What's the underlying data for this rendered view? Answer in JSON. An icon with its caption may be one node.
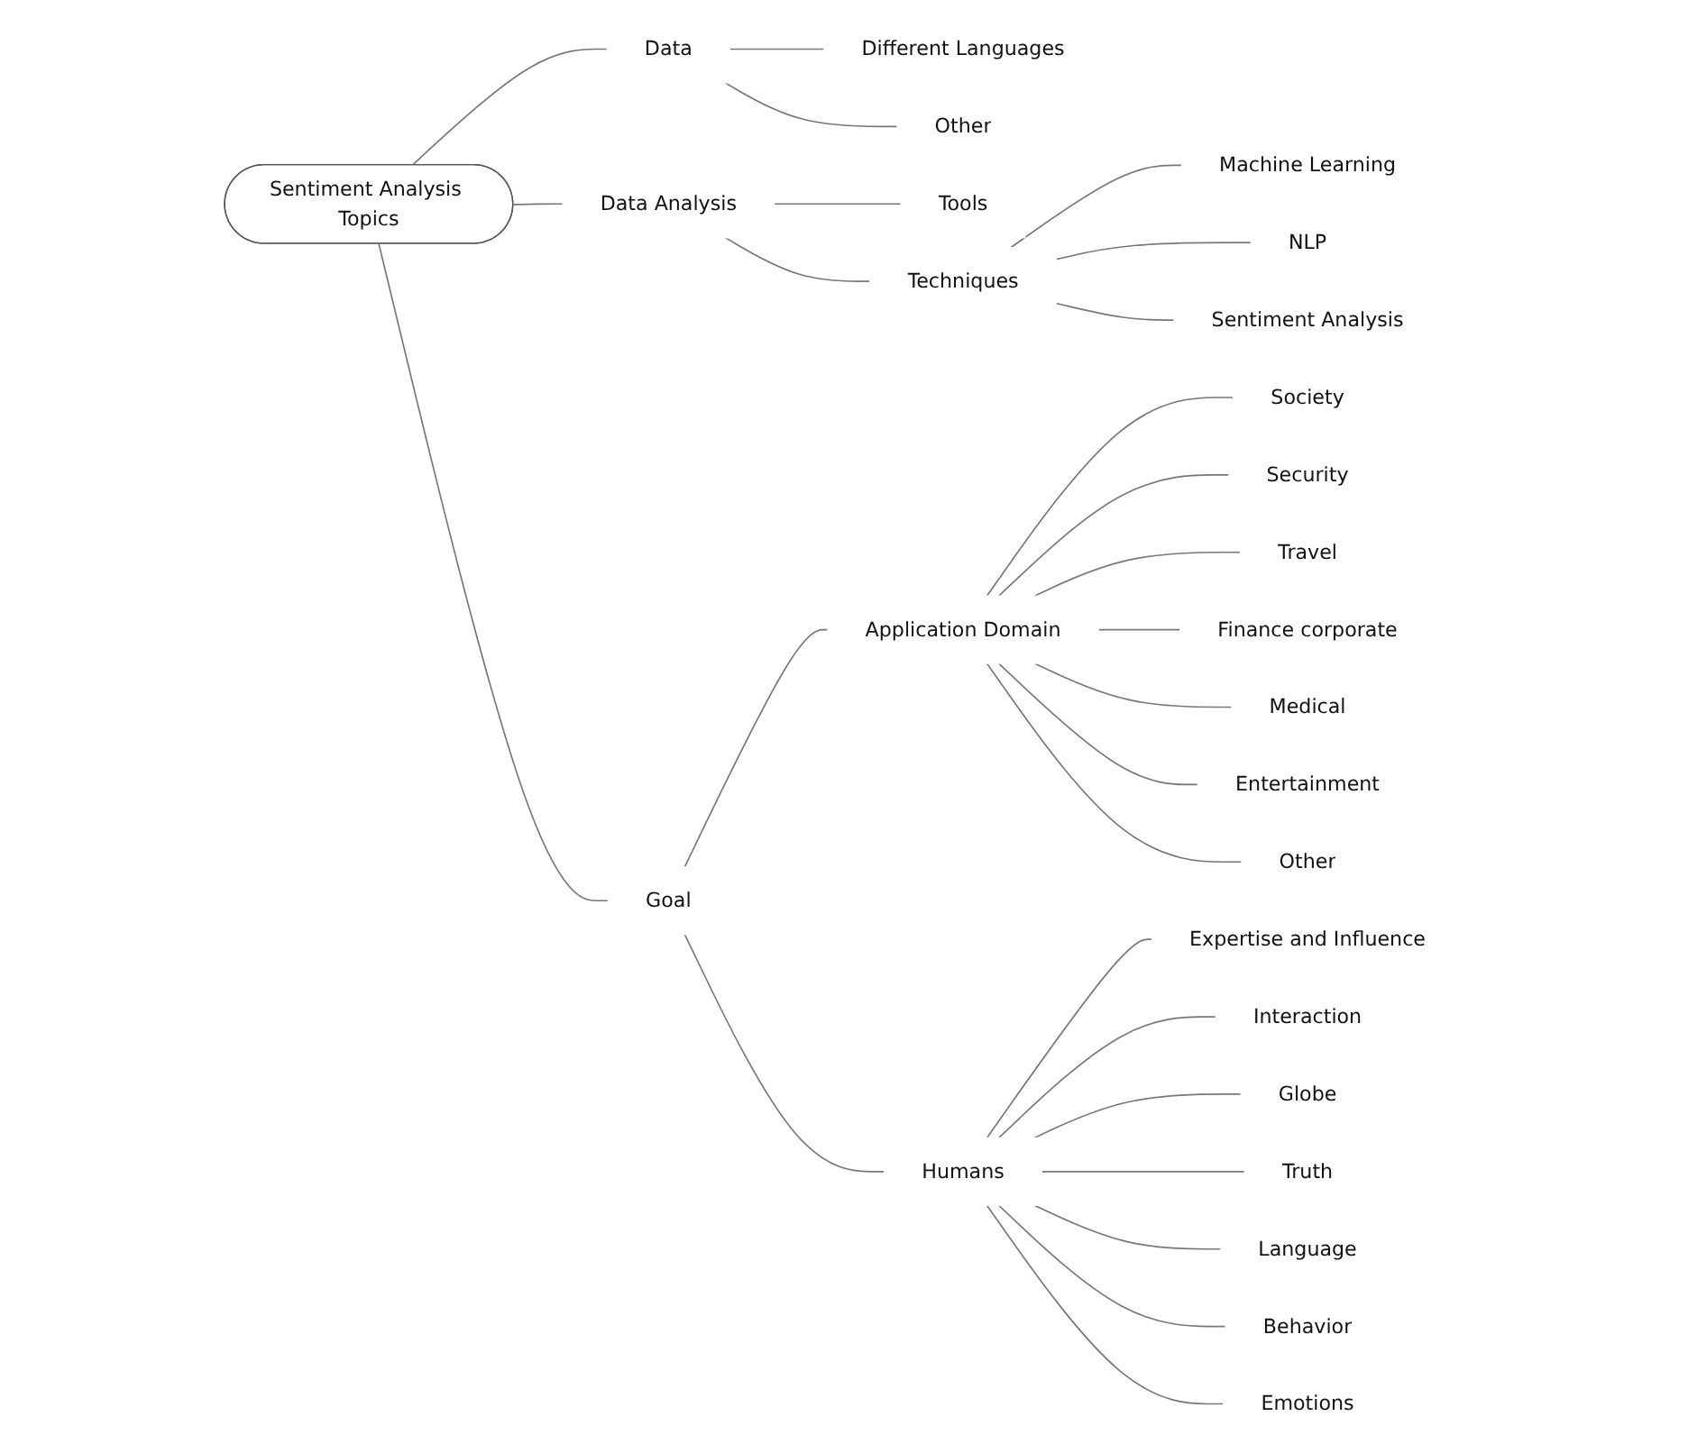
{
  "diagram": {
    "nodes": [
      {
        "text": [
          "Sentiment Analysis Topics"
        ]
      },
      {
        "text": [
          "Data"
        ]
      },
      {
        "text": [
          "Different Languages"
        ]
      },
      {
        "text": [
          "Other"
        ]
      },
      {
        "text": [
          "Data Analysis"
        ]
      },
      {
        "text": [
          "Tools"
        ]
      },
      {
        "text": [
          "Techniques"
        ]
      },
      {
        "text": [
          "Machine Learning"
        ]
      },
      {
        "text": [
          "NLP"
        ]
      },
      {
        "text": [
          "Sentiment Analysis"
        ]
      },
      {
        "text": [
          "Goal"
        ]
      },
      {
        "text": [
          "Application Domain"
        ]
      },
      {
        "text": [
          "Society"
        ]
      },
      {
        "text": [
          "Security"
        ]
      },
      {
        "text": [
          "Travel"
        ]
      },
      {
        "text": [
          "Finance corporate"
        ]
      },
      {
        "text": [
          "Medical"
        ]
      },
      {
        "text": [
          "Entertainment"
        ]
      },
      {
        "text": [
          "Other"
        ]
      },
      {
        "text": [
          "Humans"
        ]
      },
      {
        "text": [
          "Expertise and Influence"
        ]
      },
      {
        "text": [
          "Interaction"
        ]
      },
      {
        "text": [
          "Globe"
        ]
      },
      {
        "text": [
          "Truth"
        ]
      },
      {
        "text": [
          "Language"
        ]
      },
      {
        "text": [
          "Behavior"
        ]
      },
      {
        "text": [
          "Emotions"
        ]
      }
    ],
    "edges": [
      {
        "from": 0,
        "to": 1,
        "arrow": "none"
      },
      {
        "from": 1,
        "to": 2,
        "arrow": "none"
      },
      {
        "from": 1,
        "to": 3,
        "arrow": "none"
      },
      {
        "from": 0,
        "to": 4,
        "arrow": "none"
      },
      {
        "from": 4,
        "to": 5,
        "arrow": "none"
      },
      {
        "from": 4,
        "to": 6,
        "arrow": "none"
      },
      {
        "from": 6,
        "to": 7,
        "arrow": "none"
      },
      {
        "from": 6,
        "to": 8,
        "arrow": "none"
      },
      {
        "from": 6,
        "to": 9,
        "arrow": "none"
      },
      {
        "from": 0,
        "to": 10,
        "arrow": "none"
      },
      {
        "from": 10,
        "to": 11,
        "arrow": "none"
      },
      {
        "from": 11,
        "to": 12,
        "arrow": "none"
      },
      {
        "from": 11,
        "to": 13,
        "arrow": "none"
      },
      {
        "from": 11,
        "to": 14,
        "arrow": "none"
      },
      {
        "from": 11,
        "to": 15,
        "arrow": "none"
      },
      {
        "from": 11,
        "to": 16,
        "arrow": "none"
      },
      {
        "from": 11,
        "to": 17,
        "arrow": "none"
      },
      {
        "from": 11,
        "to": 18,
        "arrow": "none"
      },
      {
        "from": 10,
        "to": 19,
        "arrow": "none"
      },
      {
        "from": 19,
        "to": 20,
        "arrow": "none"
      },
      {
        "from": 19,
        "to": 21,
        "arrow": "none"
      },
      {
        "from": 19,
        "to": 22,
        "arrow": "none"
      },
      {
        "from": 19,
        "to": 23,
        "arrow": "none"
      },
      {
        "from": 19,
        "to": 24,
        "arrow": "none"
      },
      {
        "from": 19,
        "to": 25,
        "arrow": "none"
      },
      {
        "from": 19,
        "to": 26,
        "arrow": "none"
      }
    ]
  }
}
